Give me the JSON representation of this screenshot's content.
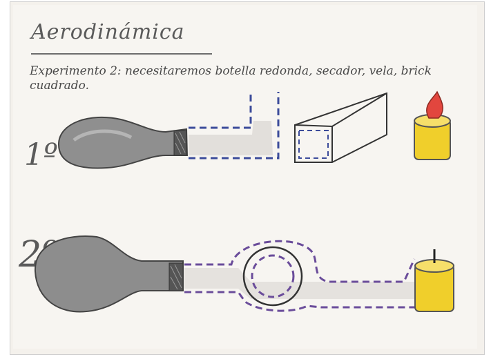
{
  "title": "Aerodinámica",
  "description": "Experimento 2: necesitaremos botella redonda, secador, vela, brick cuadrado.",
  "steps": [
    {
      "label": "1º"
    },
    {
      "label": "2º"
    }
  ],
  "colors": {
    "paper": "#f7f5f1",
    "ink": "#4a4a4a",
    "dryer_body": "#8f8f8f",
    "dashed_blue": "#3b4b9a",
    "dashed_purple": "#6a4c9a",
    "candle_yellow": "#f0cf2b",
    "flame_red": "#e2463e"
  },
  "icons": [
    "hair-dryer-icon",
    "box-icon",
    "round-bottle-icon",
    "candle-icon",
    "flame-icon"
  ]
}
